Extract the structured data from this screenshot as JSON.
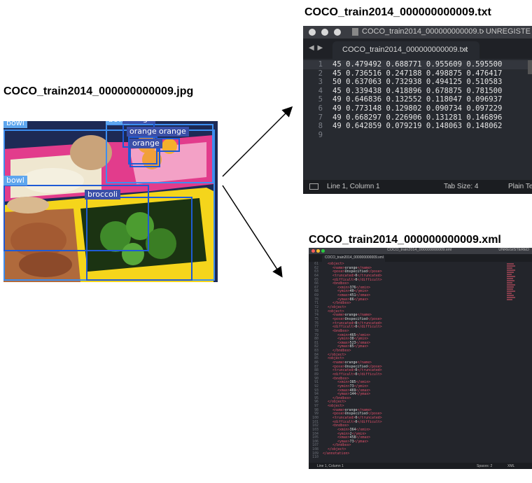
{
  "titles": {
    "jpg": "COCO_train2014_000000000009.jpg",
    "txt": "COCO_train2014_000000000009.txt",
    "xml": "COCO_train2014_000000000009.xml"
  },
  "photo": {
    "labels": [
      "bowl",
      "bowl",
      "orange",
      "orange",
      "orange",
      "orange",
      "bowl",
      "broccoli"
    ]
  },
  "txt_editor": {
    "window_title": "COCO_train2014_000000000009.txt",
    "unregistered": "UNREGISTE",
    "tab_label": "COCO_train2014_000000000009.txt",
    "close_glyph": "×",
    "lines": [
      {
        "num": "1",
        "text": "45 0.479492 0.688771 0.955609 0.595500"
      },
      {
        "num": "2",
        "text": "45 0.736516 0.247188 0.498875 0.476417"
      },
      {
        "num": "3",
        "text": "50 0.637063 0.732938 0.494125 0.510583"
      },
      {
        "num": "4",
        "text": "45 0.339438 0.418896 0.678875 0.781500"
      },
      {
        "num": "5",
        "text": "49 0.646836 0.132552 0.118047 0.096937"
      },
      {
        "num": "6",
        "text": "49 0.773148 0.129802 0.090734 0.097229"
      },
      {
        "num": "7",
        "text": "49 0.668297 0.226906 0.131281 0.146896"
      },
      {
        "num": "8",
        "text": "49 0.642859 0.079219 0.148063 0.148062"
      },
      {
        "num": "9",
        "text": ""
      }
    ],
    "status_position": "Line 1, Column 1",
    "status_tabsize": "Tab Size: 4",
    "status_syntax": "Plain Te"
  },
  "xml_editor": {
    "window_title": "COCO_train2014_000000000009.xml",
    "unregistered": "UNREGISTERED",
    "tab_label": "COCO_train2014_000000000009.xml",
    "lines": [
      {
        "num": "61",
        "i": 1,
        "tag": "<object>",
        "val": ""
      },
      {
        "num": "62",
        "i": 2,
        "tag": "<name>",
        "val": "orange",
        "close": "</name>"
      },
      {
        "num": "63",
        "i": 2,
        "tag": "<pose>",
        "val": "Unspecified",
        "close": "</pose>"
      },
      {
        "num": "64",
        "i": 2,
        "tag": "<truncated>",
        "val": "0",
        "close": "</truncated>"
      },
      {
        "num": "65",
        "i": 2,
        "tag": "<difficult>",
        "val": "0",
        "close": "</difficult>"
      },
      {
        "num": "66",
        "i": 2,
        "tag": "<bndbox>",
        "val": ""
      },
      {
        "num": "67",
        "i": 3,
        "tag": "<xmin>",
        "val": "376",
        "close": "</xmin>"
      },
      {
        "num": "68",
        "i": 3,
        "tag": "<ymin>",
        "val": "40",
        "close": "</ymin>"
      },
      {
        "num": "69",
        "i": 3,
        "tag": "<xmax>",
        "val": "451",
        "close": "</xmax>"
      },
      {
        "num": "70",
        "i": 3,
        "tag": "<ymax>",
        "val": "86",
        "close": "</ymax>"
      },
      {
        "num": "71",
        "i": 2,
        "tag": "</bndbox>",
        "val": ""
      },
      {
        "num": "72",
        "i": 1,
        "tag": "</object>",
        "val": ""
      },
      {
        "num": "73",
        "i": 1,
        "tag": "<object>",
        "val": ""
      },
      {
        "num": "74",
        "i": 2,
        "tag": "<name>",
        "val": "orange",
        "close": "</name>"
      },
      {
        "num": "75",
        "i": 2,
        "tag": "<pose>",
        "val": "Unspecified",
        "close": "</pose>"
      },
      {
        "num": "76",
        "i": 2,
        "tag": "<truncated>",
        "val": "0",
        "close": "</truncated>"
      },
      {
        "num": "77",
        "i": 2,
        "tag": "<difficult>",
        "val": "0",
        "close": "</difficult>"
      },
      {
        "num": "78",
        "i": 2,
        "tag": "<bndbox>",
        "val": ""
      },
      {
        "num": "79",
        "i": 3,
        "tag": "<xmin>",
        "val": "465",
        "close": "</xmin>"
      },
      {
        "num": "80",
        "i": 3,
        "tag": "<ymin>",
        "val": "38",
        "close": "</ymin>"
      },
      {
        "num": "81",
        "i": 3,
        "tag": "<xmax>",
        "val": "523",
        "close": "</xmax>"
      },
      {
        "num": "82",
        "i": 3,
        "tag": "<ymax>",
        "val": "85",
        "close": "</ymax>"
      },
      {
        "num": "83",
        "i": 2,
        "tag": "</bndbox>",
        "val": ""
      },
      {
        "num": "84",
        "i": 1,
        "tag": "</object>",
        "val": ""
      },
      {
        "num": "85",
        "i": 1,
        "tag": "<object>",
        "val": ""
      },
      {
        "num": "86",
        "i": 2,
        "tag": "<name>",
        "val": "orange",
        "close": "</name>"
      },
      {
        "num": "87",
        "i": 2,
        "tag": "<pose>",
        "val": "Unspecified",
        "close": "</pose>"
      },
      {
        "num": "88",
        "i": 2,
        "tag": "<truncated>",
        "val": "0",
        "close": "</truncated>"
      },
      {
        "num": "89",
        "i": 2,
        "tag": "<difficult>",
        "val": "0",
        "close": "</difficult>"
      },
      {
        "num": "90",
        "i": 2,
        "tag": "<bndbox>",
        "val": ""
      },
      {
        "num": "91",
        "i": 3,
        "tag": "<xmin>",
        "val": "385",
        "close": "</xmin>"
      },
      {
        "num": "92",
        "i": 3,
        "tag": "<ymin>",
        "val": "73",
        "close": "</ymin>"
      },
      {
        "num": "93",
        "i": 3,
        "tag": "<xmax>",
        "val": "469",
        "close": "</xmax>"
      },
      {
        "num": "94",
        "i": 3,
        "tag": "<ymax>",
        "val": "144",
        "close": "</ymax>"
      },
      {
        "num": "95",
        "i": 2,
        "tag": "</bndbox>",
        "val": ""
      },
      {
        "num": "96",
        "i": 1,
        "tag": "</object>",
        "val": ""
      },
      {
        "num": "97",
        "i": 1,
        "tag": "<object>",
        "val": ""
      },
      {
        "num": "98",
        "i": 2,
        "tag": "<name>",
        "val": "orange",
        "close": "</name>"
      },
      {
        "num": "99",
        "i": 2,
        "tag": "<pose>",
        "val": "Unspecified",
        "close": "</pose>"
      },
      {
        "num": "100",
        "i": 2,
        "tag": "<truncated>",
        "val": "0",
        "close": "</truncated>"
      },
      {
        "num": "101",
        "i": 2,
        "tag": "<difficult>",
        "val": "0",
        "close": "</difficult>"
      },
      {
        "num": "102",
        "i": 2,
        "tag": "<bndbox>",
        "val": ""
      },
      {
        "num": "103",
        "i": 3,
        "tag": "<xmin>",
        "val": "364",
        "close": "</xmin>"
      },
      {
        "num": "104",
        "i": 3,
        "tag": "<ymin>",
        "val": "2",
        "close": "</ymin>"
      },
      {
        "num": "105",
        "i": 3,
        "tag": "<xmax>",
        "val": "458",
        "close": "</xmax>"
      },
      {
        "num": "106",
        "i": 3,
        "tag": "<ymax>",
        "val": "73",
        "close": "</ymax>"
      },
      {
        "num": "107",
        "i": 2,
        "tag": "</bndbox>",
        "val": ""
      },
      {
        "num": "108",
        "i": 1,
        "tag": "</object>",
        "val": ""
      },
      {
        "num": "109",
        "i": 0,
        "tag": "</annotation>",
        "val": ""
      },
      {
        "num": "110",
        "i": 0,
        "tag": "",
        "val": ""
      }
    ],
    "status_position": "Line 1, Column 1",
    "status_spaces": "Spaces: 2",
    "status_syntax": "XML"
  }
}
